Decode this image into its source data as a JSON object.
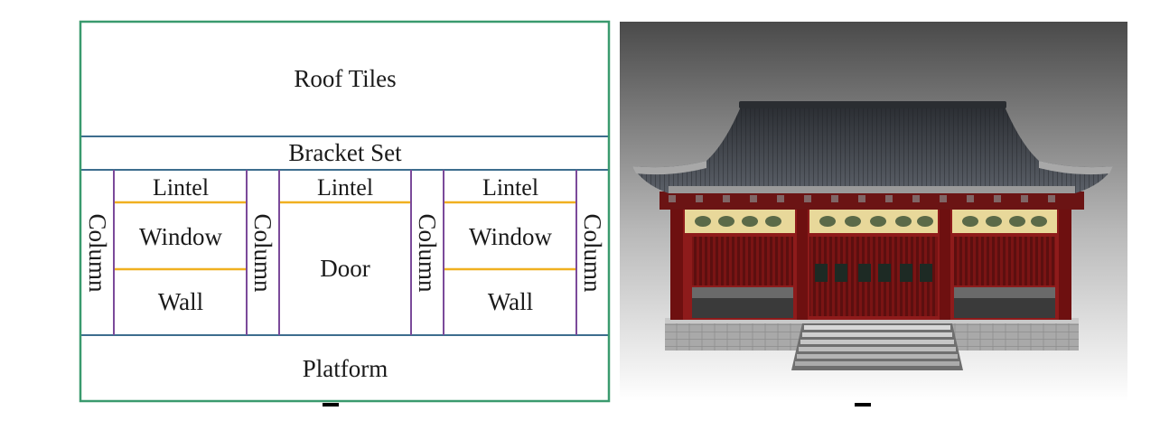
{
  "diagram": {
    "labels": {
      "roof_tiles": "Roof Tiles",
      "bracket_set": "Bracket Set",
      "lintel_left": "Lintel",
      "lintel_center": "Lintel",
      "lintel_right": "Lintel",
      "window_left": "Window",
      "window_right": "Window",
      "wall_left": "Wall",
      "wall_right": "Wall",
      "door": "Door",
      "column_1": "Column",
      "column_2": "Column",
      "column_3": "Column",
      "column_4": "Column",
      "platform": "Platform"
    },
    "colors": {
      "outer_border": "#3a9a6e",
      "band_lines": "#3d6d8e",
      "column_lines": "#7b4a9a",
      "lintel_lines": "#f0b020",
      "text": "#1a1a1a"
    }
  },
  "photo": {
    "colors": {
      "sky_top": "#4a4a4a",
      "sky_bottom": "#ffffff",
      "roof": "#3b3f45",
      "walls": "#8e1b1b",
      "frieze": "#e8d89a",
      "platform": "#9a9a9a"
    }
  }
}
